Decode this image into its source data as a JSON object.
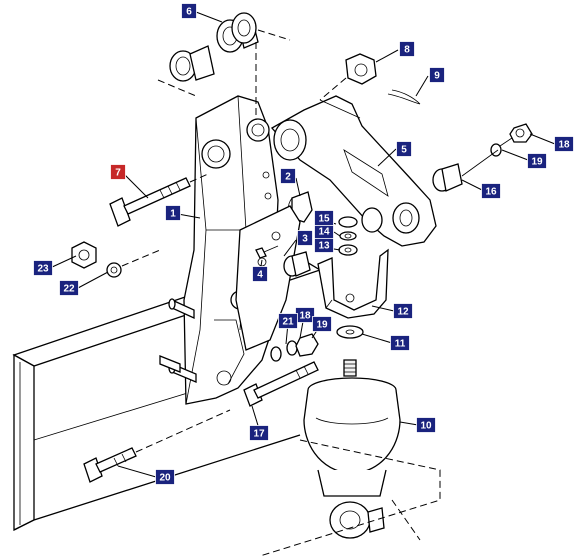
{
  "callouts": [
    {
      "label": "1",
      "color": "#1a237e"
    },
    {
      "label": "2",
      "color": "#1a237e"
    },
    {
      "label": "3",
      "color": "#1a237e"
    },
    {
      "label": "4",
      "color": "#1a237e"
    },
    {
      "label": "5",
      "color": "#1a237e"
    },
    {
      "label": "6",
      "color": "#1a237e"
    },
    {
      "label": "7",
      "color": "#c62828"
    },
    {
      "label": "8",
      "color": "#1a237e"
    },
    {
      "label": "9",
      "color": "#1a237e"
    },
    {
      "label": "10",
      "color": "#1a237e"
    },
    {
      "label": "11",
      "color": "#1a237e"
    },
    {
      "label": "12",
      "color": "#1a237e"
    },
    {
      "label": "13",
      "color": "#1a237e"
    },
    {
      "label": "14",
      "color": "#1a237e"
    },
    {
      "label": "15",
      "color": "#1a237e"
    },
    {
      "label": "16",
      "color": "#1a237e"
    },
    {
      "label": "17",
      "color": "#1a237e"
    },
    {
      "label": "18",
      "color": "#1a237e"
    },
    {
      "label": "19",
      "color": "#1a237e"
    },
    {
      "label": "18",
      "color": "#1a237e"
    },
    {
      "label": "19",
      "color": "#1a237e"
    },
    {
      "label": "20",
      "color": "#1a237e"
    },
    {
      "label": "21",
      "color": "#1a237e"
    },
    {
      "label": "22",
      "color": "#1a237e"
    },
    {
      "label": "23",
      "color": "#1a237e"
    }
  ]
}
